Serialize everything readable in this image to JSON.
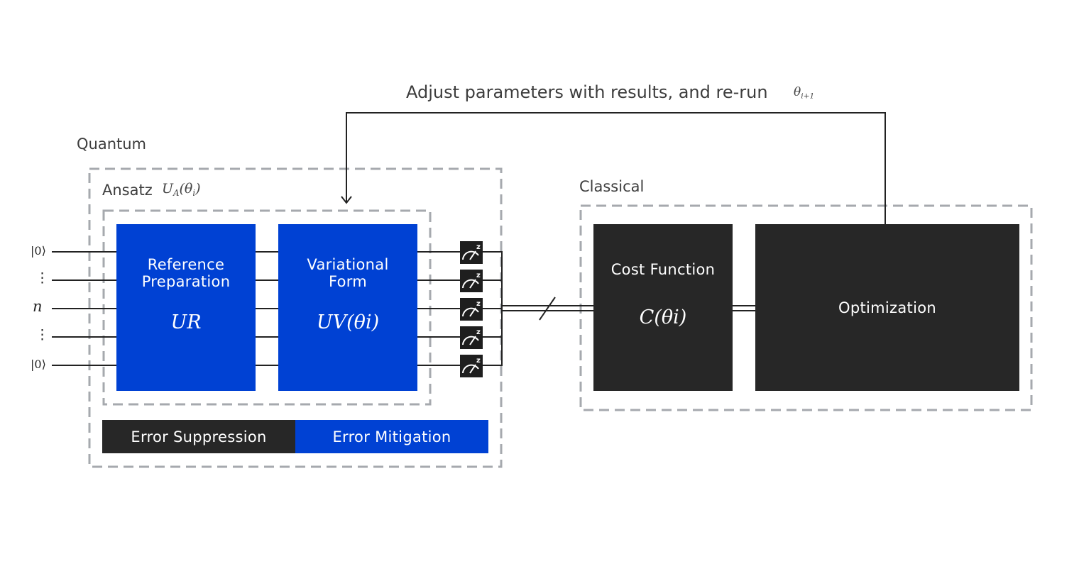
{
  "feedback": {
    "label": "Adjust parameters with results, and re-run",
    "param": {
      "base": "θ",
      "sub": "i+1"
    }
  },
  "quantum": {
    "label": "Quantum",
    "ansatz": {
      "label": "Ansatz",
      "symbol": {
        "base": "U",
        "sub": "A",
        "arg": "(θ",
        "argsub": "i",
        "close": ")"
      }
    },
    "qubits": [
      "|0⟩",
      "⋮",
      "n",
      "⋮",
      "|0⟩"
    ],
    "reference": {
      "title_1": "Reference",
      "title_2": "Preparation",
      "symbol": {
        "base": "U",
        "sub": "R"
      }
    },
    "variational": {
      "title_1": "Variational",
      "title_2": "Form",
      "symbol": {
        "base": "U",
        "sub": "V",
        "arg": "(θ",
        "argsub": "i",
        "close": ")"
      }
    },
    "error_suppression": "Error Suppression",
    "error_mitigation": "Error Mitigation"
  },
  "classical": {
    "label": "Classical",
    "cost": {
      "title": "Cost Function",
      "symbol": {
        "base": "C(θ",
        "sub": "i",
        "close": ")"
      }
    },
    "optimization": "Optimization"
  },
  "colors": {
    "blue": "#0041d3",
    "dark": "#272727",
    "dash": "#a6a9ae",
    "line": "#222222"
  },
  "icons": [
    "measurement-meter-icon"
  ]
}
